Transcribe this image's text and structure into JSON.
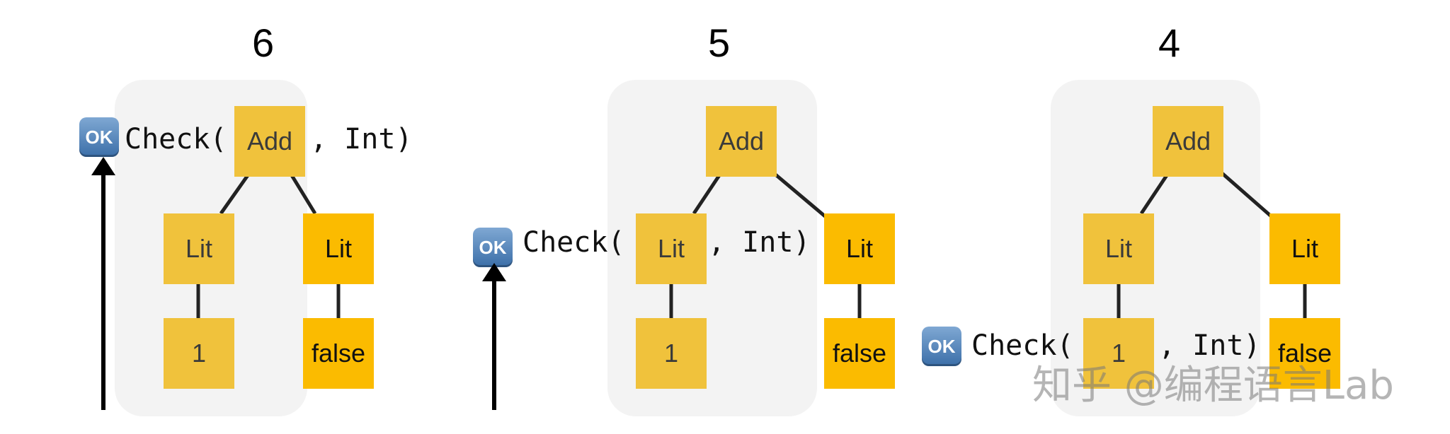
{
  "panels": [
    {
      "step": "6",
      "nodes": {
        "root": "Add",
        "left": "Lit",
        "right": "Lit",
        "left_leaf": "1",
        "right_leaf": "false"
      },
      "check": {
        "prefix": "Check(",
        "suffix": ", Int)"
      },
      "status_badge": "OK"
    },
    {
      "step": "5",
      "nodes": {
        "root": "Add",
        "left": "Lit",
        "right": "Lit",
        "left_leaf": "1",
        "right_leaf": "false"
      },
      "check": {
        "prefix": "Check(",
        "suffix": ", Int)"
      },
      "status_badge": "OK"
    },
    {
      "step": "4",
      "nodes": {
        "root": "Add",
        "left": "Lit",
        "right": "Lit",
        "left_leaf": "1",
        "right_leaf": "false"
      },
      "check": {
        "prefix": "Check(",
        "suffix": ", Int)"
      },
      "status_badge": "OK"
    }
  ],
  "watermark": "知乎 @编程语言Lab",
  "colors": {
    "highlight_region": "#f3f3f3",
    "node_dim": "#f0c23c",
    "node_bright": "#fbbb00",
    "ok_badge": "#4f7fb5"
  }
}
